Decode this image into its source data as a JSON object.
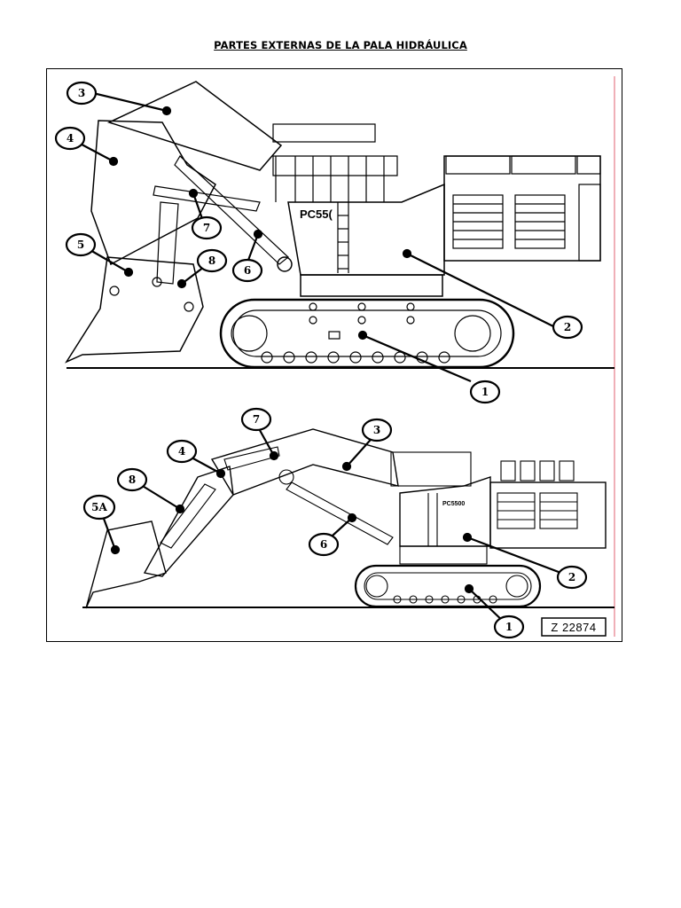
{
  "page": {
    "title": "PARTES EXTERNAS DE LA PALA HIDRÁULICA"
  },
  "diagram": {
    "model_label_top": "PC55(",
    "model_label_bottom": "PC5500",
    "reference_code": "Z 22874",
    "top_view_callouts": {
      "c1": "1",
      "c2": "2",
      "c3": "3",
      "c4": "4",
      "c5": "5",
      "c6": "6",
      "c7": "7",
      "c8": "8"
    },
    "bottom_view_callouts": {
      "c1": "1",
      "c2": "2",
      "c3": "3",
      "c4": "4",
      "c5a": "5A",
      "c6": "6",
      "c7": "7",
      "c8": "8"
    }
  }
}
